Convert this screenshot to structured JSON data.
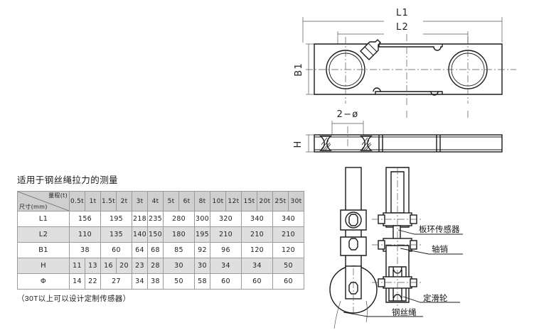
{
  "spec": {
    "title": "适用于钢丝绳拉力的测量",
    "note": "（30T以上可以设计定制传感器）",
    "corner": {
      "range_label": "量程(t)",
      "dim_label": "尺寸(mm)"
    },
    "capacity_columns": [
      "0.5t",
      "1t",
      "1.5t",
      "2t",
      "3t",
      "4t",
      "5t",
      "6t",
      "8t",
      "10t",
      "12t",
      "15t",
      "20t",
      "25t",
      "30t"
    ],
    "rows": [
      {
        "label": "L1",
        "cells": [
          {
            "value": "156",
            "span": 2
          },
          {
            "value": "195",
            "span": 2
          },
          {
            "value": "218",
            "span": 1
          },
          {
            "value": "235",
            "span": 1
          },
          {
            "value": "280",
            "span": 2
          },
          {
            "value": "300",
            "span": 1
          },
          {
            "value": "320",
            "span": 2
          },
          {
            "value": "340",
            "span": 2
          },
          {
            "value": "340",
            "span": 2
          }
        ]
      },
      {
        "label": "L2",
        "cells": [
          {
            "value": "110",
            "span": 2
          },
          {
            "value": "135",
            "span": 2
          },
          {
            "value": "140",
            "span": 1
          },
          {
            "value": "150",
            "span": 1
          },
          {
            "value": "180",
            "span": 2
          },
          {
            "value": "195",
            "span": 1
          },
          {
            "value": "210",
            "span": 2
          },
          {
            "value": "210",
            "span": 2
          },
          {
            "value": "210",
            "span": 2
          }
        ]
      },
      {
        "label": "B1",
        "cells": [
          {
            "value": "38",
            "span": 2
          },
          {
            "value": "60",
            "span": 2
          },
          {
            "value": "64",
            "span": 1
          },
          {
            "value": "68",
            "span": 1
          },
          {
            "value": "85",
            "span": 2
          },
          {
            "value": "92",
            "span": 1
          },
          {
            "value": "96",
            "span": 2
          },
          {
            "value": "120",
            "span": 2
          },
          {
            "value": "120",
            "span": 2
          }
        ]
      },
      {
        "label": "H",
        "cells": [
          {
            "value": "11",
            "span": 1
          },
          {
            "value": "13",
            "span": 1
          },
          {
            "value": "16",
            "span": 1
          },
          {
            "value": "20",
            "span": 1
          },
          {
            "value": "23",
            "span": 1
          },
          {
            "value": "28",
            "span": 1
          },
          {
            "value": "30",
            "span": 2
          },
          {
            "value": "30",
            "span": 1
          },
          {
            "value": "34",
            "span": 2
          },
          {
            "value": "34",
            "span": 2
          },
          {
            "value": "50",
            "span": 2
          }
        ]
      },
      {
        "label": "Φ",
        "cells": [
          {
            "value": "14",
            "span": 1
          },
          {
            "value": "22",
            "span": 1
          },
          {
            "value": "27",
            "span": 2
          },
          {
            "value": "34",
            "span": 1
          },
          {
            "value": "38",
            "span": 1
          },
          {
            "value": "50",
            "span": 2
          },
          {
            "value": "58",
            "span": 1
          },
          {
            "value": "60",
            "span": 2
          },
          {
            "value": "60",
            "span": 2
          },
          {
            "value": "60",
            "span": 2
          }
        ]
      }
    ]
  },
  "drawing_top": {
    "dim_l1": "L1",
    "dim_l2": "L2",
    "dim_b1": "B1"
  },
  "drawing_side": {
    "dim_holes": "2−ø",
    "dim_h": "H"
  },
  "drawing_pulley": {
    "label_sensor": "板环传感器",
    "label_pin": "轴销",
    "label_sheave": "定滑轮",
    "label_rope": "钢丝绳"
  },
  "colors": {
    "line": "#1a1a1a",
    "header_bg": "#cfcfcf",
    "row_alt_bg": "#dfdfdf",
    "border": "#9a9a9a",
    "page_bg": "#ffffff"
  }
}
